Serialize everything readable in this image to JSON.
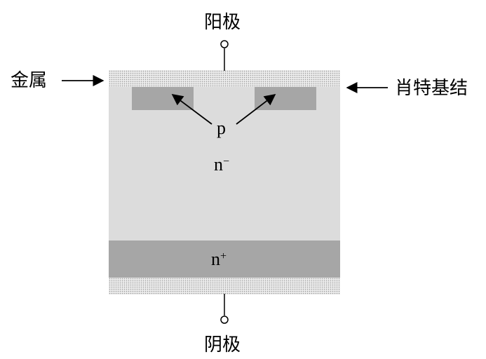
{
  "labels": {
    "anode": "阳极",
    "cathode": "阴极",
    "metal": "金属",
    "schottky": "肖特基结",
    "p_region": "p",
    "n_minus_base": "n",
    "n_minus_sup": "−",
    "n_plus_base": "n",
    "n_plus_sup": "+"
  },
  "colors": {
    "n_minus_region": "#dcdcdc",
    "n_plus_region": "#a6a6a6",
    "p_region": "#a6a6a6",
    "metal_layer": "#ececec",
    "lines": "#000000"
  }
}
